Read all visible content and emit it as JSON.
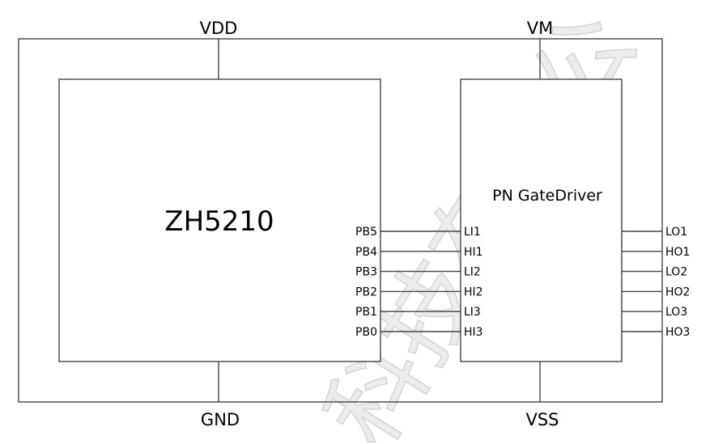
{
  "rails": {
    "top_left": "VDD",
    "top_right": "VM",
    "bottom_left": "GND",
    "bottom_right": "VSS"
  },
  "mcu": {
    "name": "ZH5210",
    "pins": [
      "PB5",
      "PB4",
      "PB3",
      "PB2",
      "PB1",
      "PB0"
    ]
  },
  "driver": {
    "name": "PN GateDriver",
    "input_pins": [
      "LI1",
      "HI1",
      "LI2",
      "HI2",
      "LI3",
      "HI3"
    ],
    "output_pins": [
      "LO1",
      "HO1",
      "LO2",
      "HO2",
      "LO3",
      "HO3"
    ]
  },
  "watermark": {
    "text": "科技有限公"
  }
}
